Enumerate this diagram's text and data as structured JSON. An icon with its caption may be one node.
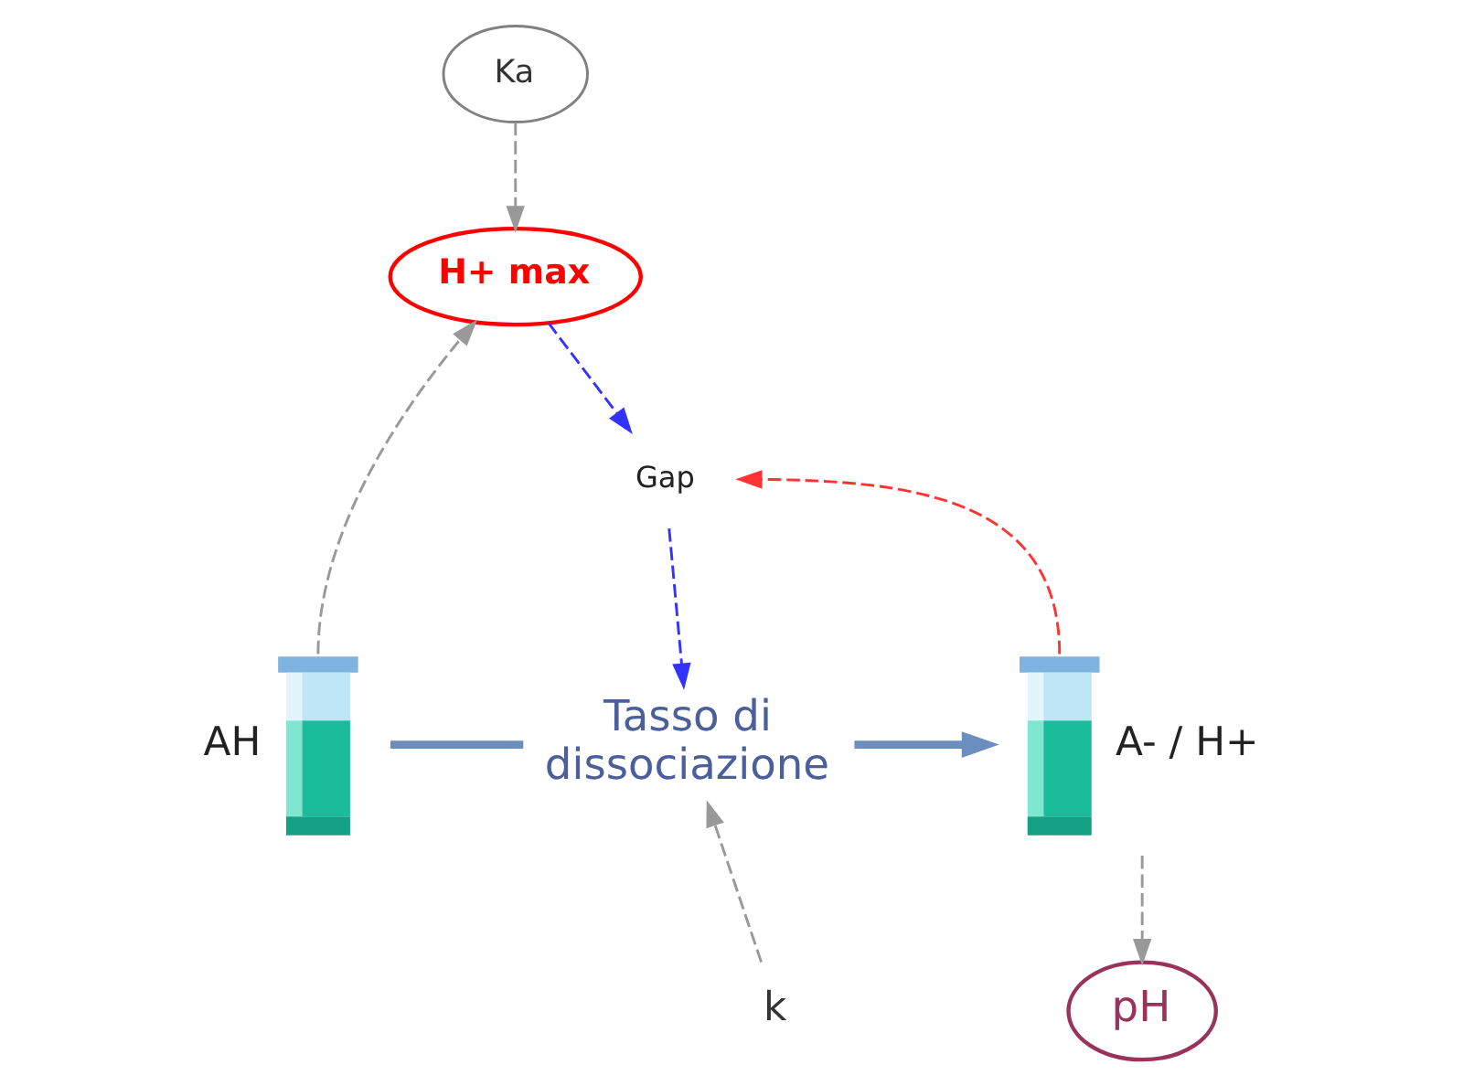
{
  "diagram": {
    "nodes": [
      {
        "text": [
          "Ka"
        ]
      },
      {
        "text": [
          "H+ max"
        ]
      },
      {
        "text": [
          "Gap"
        ]
      },
      {
        "text": [],
        "shape": "picture",
        "beside": [
          "AH"
        ]
      },
      {
        "text": [
          "Tasso di dissociazione"
        ]
      },
      {
        "text": [],
        "shape": "picture",
        "beside": [
          "A- / H+"
        ]
      },
      {
        "text": [
          "k"
        ]
      },
      {
        "text": [
          "pH"
        ]
      }
    ],
    "edges": [
      {
        "from": 0,
        "to": 1,
        "arrow": "to",
        "style": "dashed"
      },
      {
        "from": 3,
        "to": 1,
        "arrow": "to",
        "style": "dashed"
      },
      {
        "from": 1,
        "to": 2,
        "arrow": "to",
        "style": "dashed",
        "color": "#3333ff"
      },
      {
        "from": 2,
        "to": 4,
        "arrow": "to",
        "style": "dashed",
        "color": "#3333ff"
      },
      {
        "from": 5,
        "to": 2,
        "arrow": "to",
        "style": "dashed",
        "color": "#ff3333"
      },
      {
        "from": 6,
        "to": 4,
        "arrow": "to",
        "style": "dashed"
      },
      {
        "from": 5,
        "to": 7,
        "arrow": "to",
        "style": "dashed"
      },
      {
        "from": 3,
        "to": 4,
        "arrow": "none",
        "style": "thick",
        "color": "#6c8ebf"
      },
      {
        "from": 4,
        "to": 5,
        "arrow": "to",
        "style": "thick",
        "color": "#6c8ebf"
      }
    ]
  }
}
